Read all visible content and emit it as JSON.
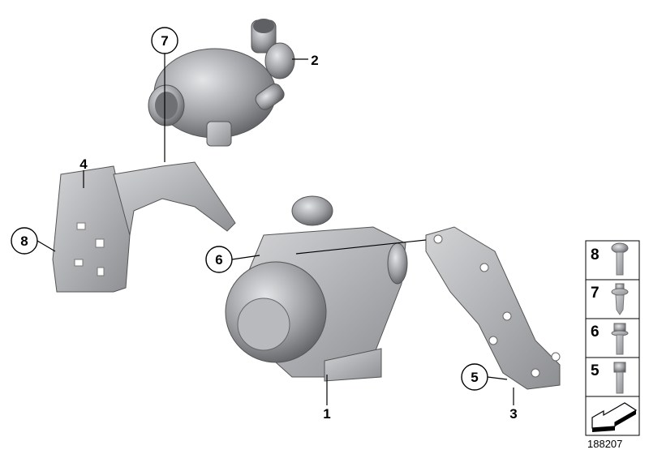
{
  "callouts": [
    {
      "label": "7",
      "circled": true
    },
    {
      "label": "2",
      "circled": false
    },
    {
      "label": "4",
      "circled": false
    },
    {
      "label": "8",
      "circled": true
    },
    {
      "label": "6",
      "circled": true
    },
    {
      "label": "1",
      "circled": false
    },
    {
      "label": "5",
      "circled": true
    },
    {
      "label": "3",
      "circled": false
    }
  ],
  "legend": {
    "items": [
      {
        "label": "8",
        "icon": "button-head-bolt-icon"
      },
      {
        "label": "7",
        "icon": "collar-screw-icon"
      },
      {
        "label": "6",
        "icon": "flange-torx-bolt-icon"
      },
      {
        "label": "5",
        "icon": "torx-bolt-icon"
      }
    ],
    "arrow_icon": "assembly-direction-arrow-icon"
  },
  "diagram_number": "188207",
  "colors": {
    "part": "#a9abae",
    "part_dark": "#6e7074",
    "line": "#000000"
  }
}
